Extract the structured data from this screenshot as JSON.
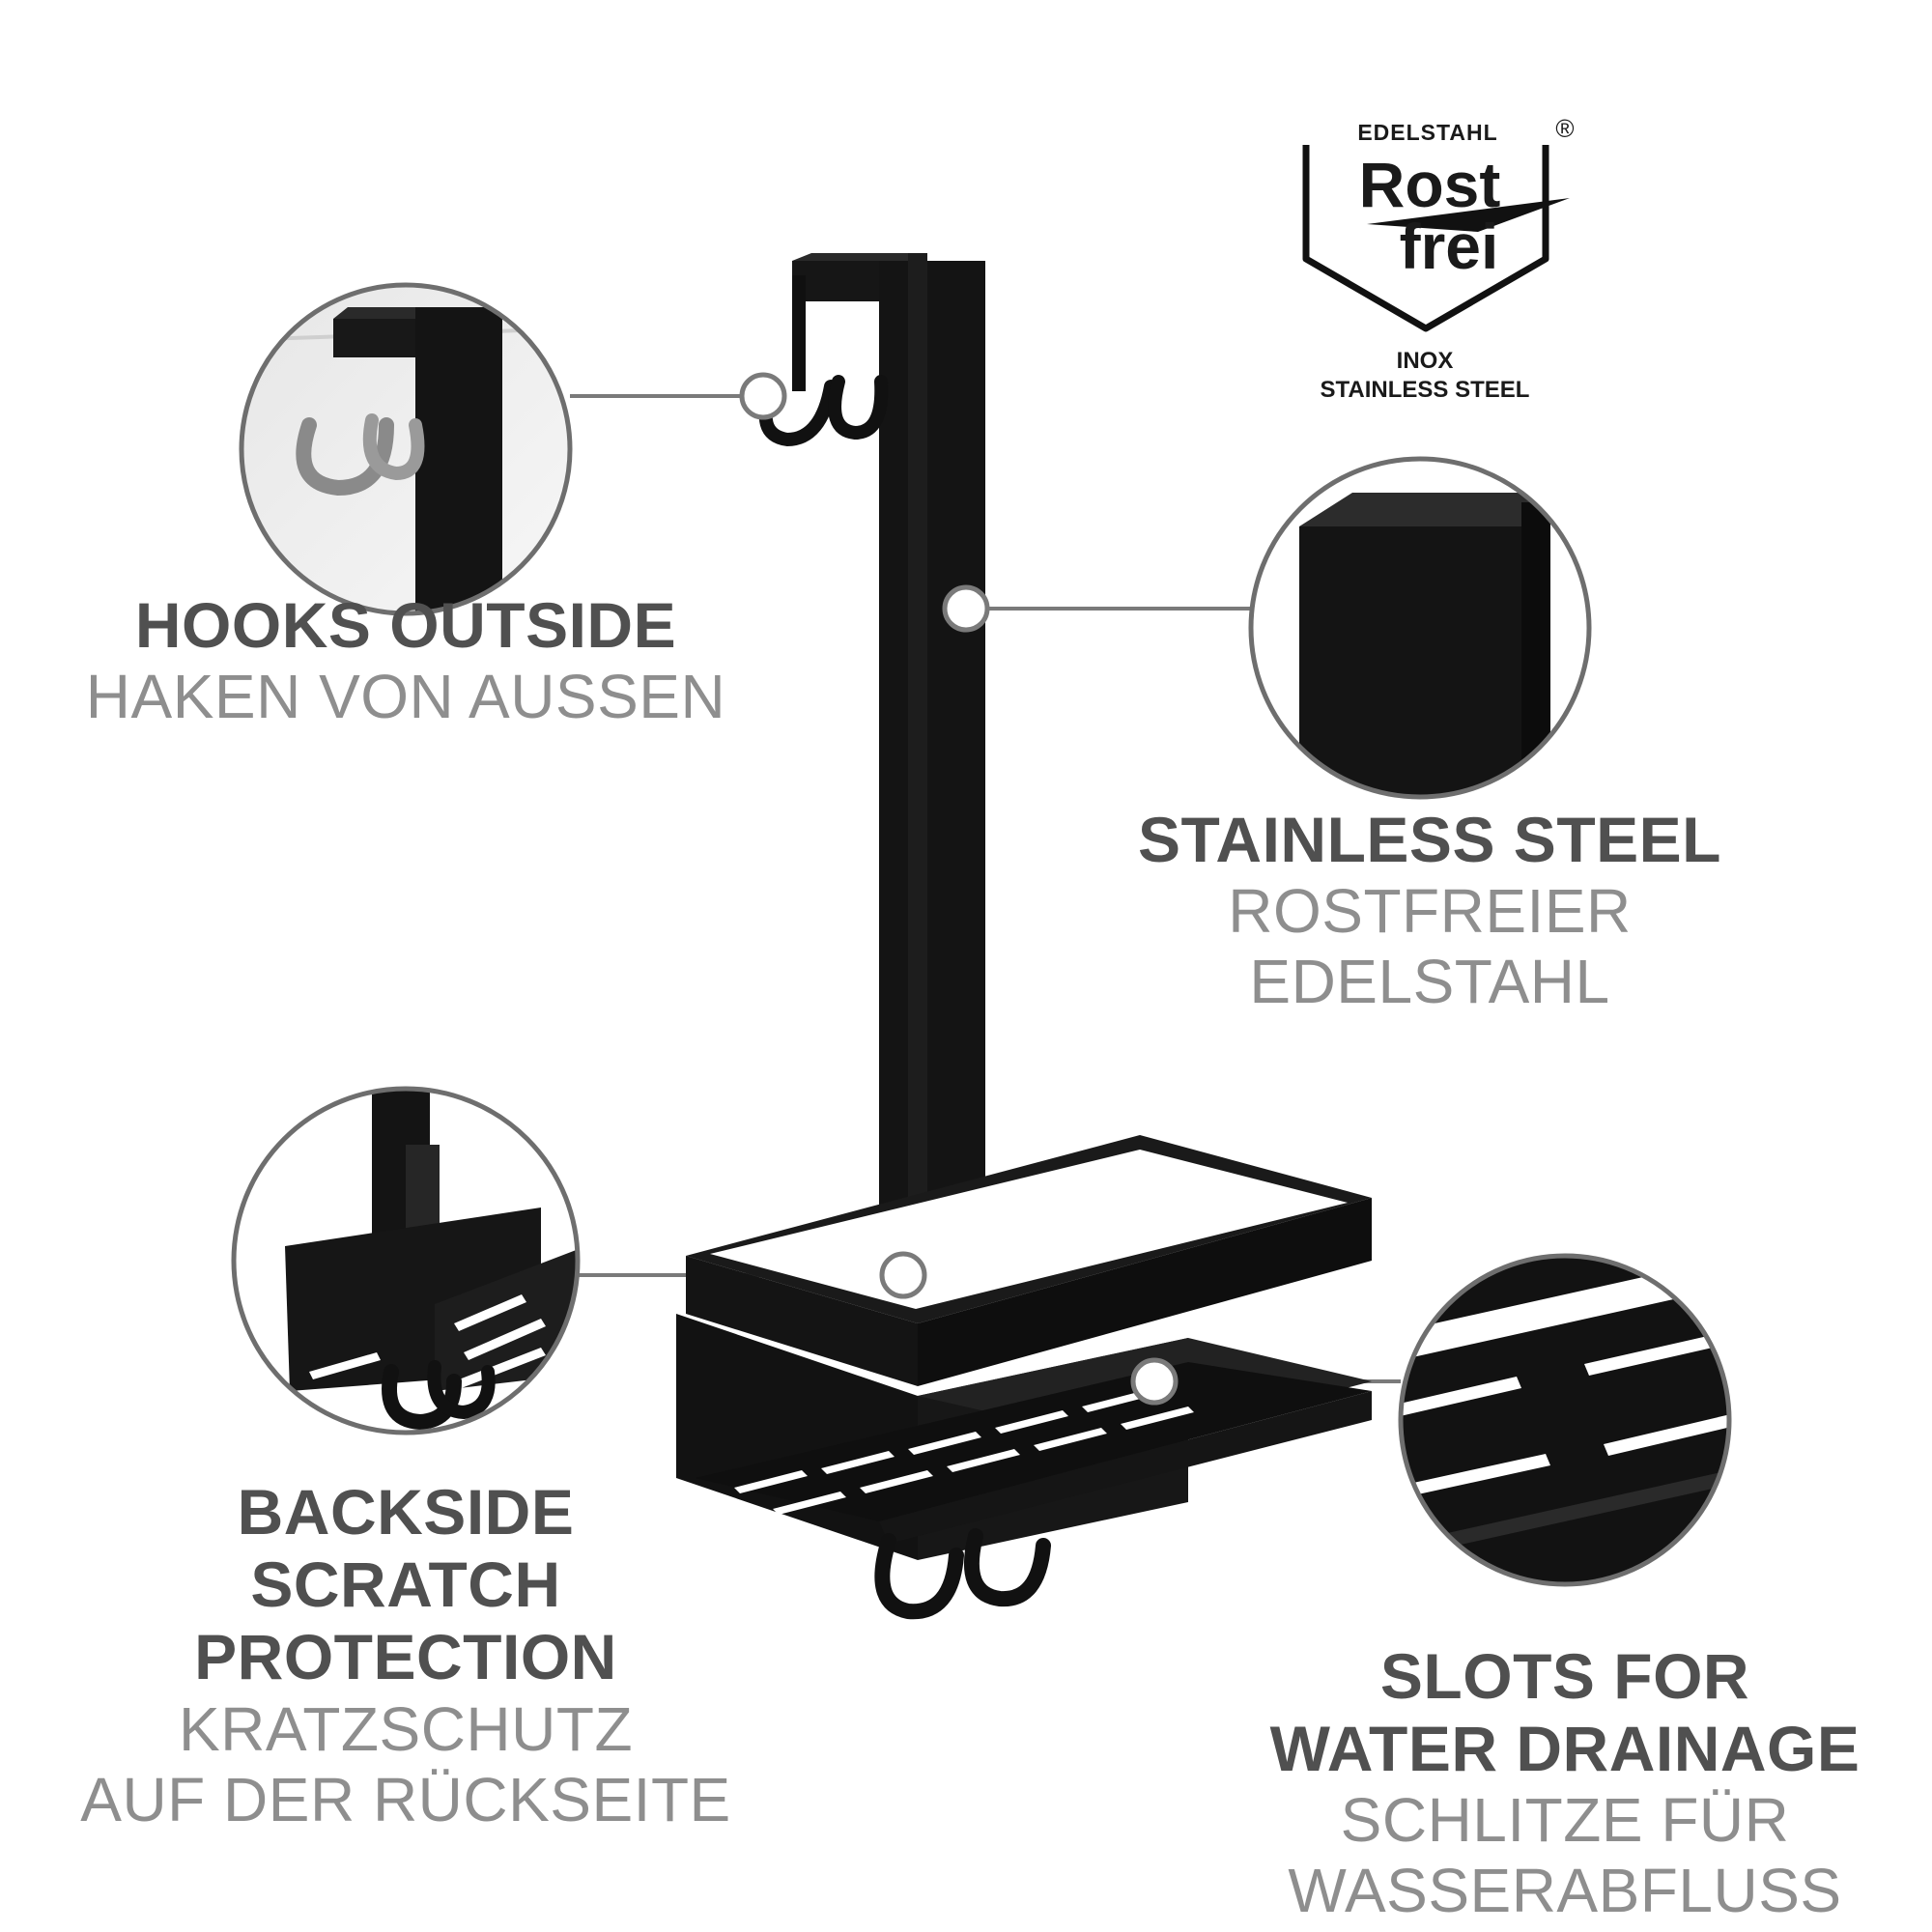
{
  "logo": {
    "top_word": "EDELSTAHL",
    "registered": "®",
    "line1": "Rost",
    "line2": "frei",
    "sub1": "INOX",
    "sub2": "STAINLESS STEEL"
  },
  "features": [
    {
      "en": "HOOKS OUTSIDE",
      "de": "HAKEN VON AUSSEN"
    },
    {
      "en": "STAINLESS STEEL",
      "de": "ROSTFREIER EDELSTAHL"
    },
    {
      "en": [
        "BACKSIDE",
        "SCRATCH PROTECTION"
      ],
      "de": [
        "KRATZSCHUTZ",
        "AUF DER RÜCKSEITE"
      ]
    },
    {
      "en": [
        "SLOTS FOR",
        "WATER DRAINAGE"
      ],
      "de": [
        "SCHLITZE FÜR",
        "WASSERABFLUSS"
      ]
    }
  ],
  "colors": {
    "product": "#141414",
    "callout_line": "#7a7a7a",
    "en_text": "#505050",
    "de_text": "#8e8e8e"
  }
}
